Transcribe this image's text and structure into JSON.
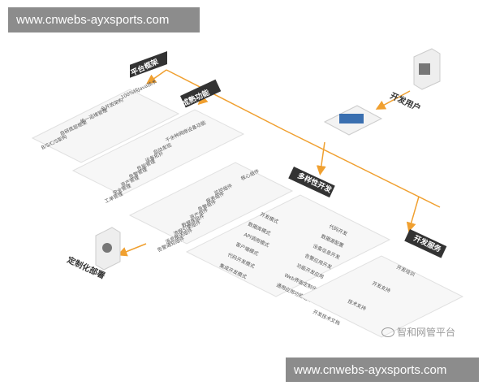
{
  "banners": {
    "top": "www.cnwebs-ayxsports.com",
    "bottom": "www.cnwebs-ayxsports.com"
  },
  "watermark": "智和网管平台",
  "colors": {
    "accent": "#f0a030",
    "tag": "#333333",
    "panel": "#f6f6f6"
  },
  "nodes": {
    "developer": "开发用户",
    "custom": "定制化部署",
    "center_brand": ""
  },
  "groups": {
    "platform": {
      "tag": "平台框架",
      "items": [
        "100%纯Java技术",
        "全开放架构",
        "统一运维管理",
        "自研底层框架",
        "B/S/C/S架构"
      ]
    },
    "mature": {
      "tag": "成熟功能",
      "items": [
        "千余种网络设备功能",
        "自动发现",
        "设备拓扑",
        "性能管理",
        "告警管理",
        "资产管理",
        "安全管理",
        "工单管理"
      ]
    },
    "core": {
      "tag": "核心组件",
      "items": [
        "监控组件",
        "报表组件",
        "告警组件",
        "资产组件",
        "数据库组件",
        "流程引擎组件",
        "消息推送组件",
        "告警通知组件"
      ]
    },
    "multi": {
      "tag": "多样性开发",
      "items": [
        "开发模式",
        "数据库模式",
        "API调用模式",
        "客户端模式",
        "代码开发模式",
        "集成开发模式"
      ],
      "items2": [
        "代码开发",
        "数据源配置",
        "设备信息开发",
        "告警应用开发",
        "功能开发应用",
        "Web界面定制化",
        "通用应用功能组件"
      ]
    },
    "service": {
      "tag": "开发服务",
      "items": [
        "开发培训",
        "开发支持",
        "技术支持",
        "开发技术文档"
      ]
    }
  }
}
